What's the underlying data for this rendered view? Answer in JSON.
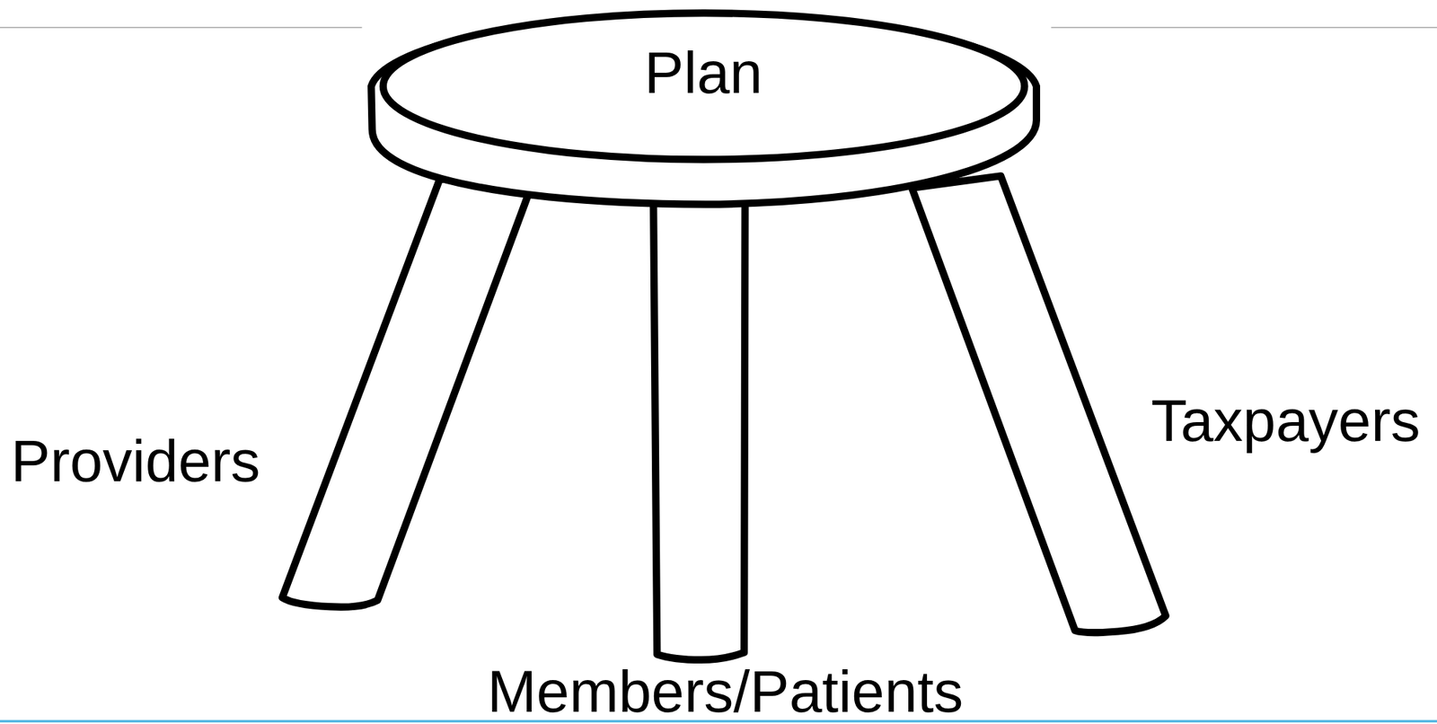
{
  "diagram": {
    "nodes": [
      {
        "text": [
          "Plan"
        ]
      }
    ],
    "labels": [
      "Providers",
      "Members/Patients",
      "Taxpayers"
    ]
  }
}
